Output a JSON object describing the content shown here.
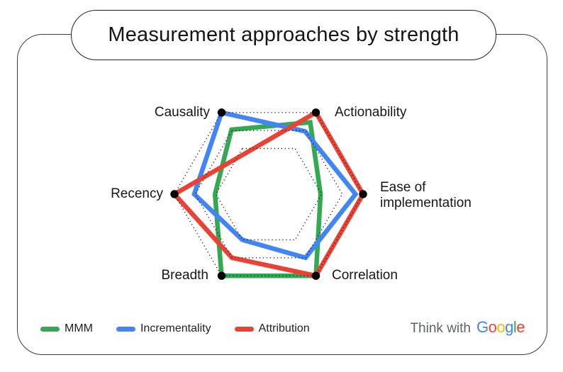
{
  "title": "Measurement approaches by strength",
  "chart_data": {
    "type": "radar",
    "title": "Measurement approaches by strength",
    "scale_min": 0,
    "scale_max": 1,
    "grid_style": "dotted-hexagons",
    "grid_rings": [
      0.56,
      0.78,
      1.0
    ],
    "vertex_dot_color": "#000000",
    "grid_color": "#1c1c1c",
    "legend_position": "bottom-left",
    "axes": [
      {
        "id": "causality",
        "label": "Causality",
        "angle_deg": 120
      },
      {
        "id": "actionability",
        "label": "Actionability",
        "angle_deg": 60
      },
      {
        "id": "ease",
        "label": "Ease of implementation",
        "angle_deg": 0
      },
      {
        "id": "correlation",
        "label": "Correlation",
        "angle_deg": 300
      },
      {
        "id": "breadth",
        "label": "Breadth",
        "angle_deg": 240
      },
      {
        "id": "recency",
        "label": "Recency",
        "angle_deg": 180
      }
    ],
    "series": [
      {
        "name": "MMM",
        "color": "#34A853",
        "values": [
          0.79,
          0.88,
          0.55,
          1.0,
          1.0,
          0.57
        ]
      },
      {
        "name": "Incrementality",
        "color": "#4285F4",
        "values": [
          1.0,
          0.77,
          0.92,
          0.78,
          0.56,
          0.79
        ]
      },
      {
        "name": "Attribution",
        "color": "#EA4335",
        "values": [
          0.5,
          1.0,
          1.0,
          1.0,
          0.78,
          1.0
        ]
      }
    ]
  },
  "legend": [
    {
      "label": "MMM",
      "color": "#34A853"
    },
    {
      "label": "Incrementality",
      "color": "#4285F4"
    },
    {
      "label": "Attribution",
      "color": "#EA4335"
    }
  ],
  "branding": {
    "prefix": "Think with",
    "google_letters": [
      {
        "ch": "G",
        "color": "#4285F4"
      },
      {
        "ch": "o",
        "color": "#EA4335"
      },
      {
        "ch": "o",
        "color": "#FBBC05"
      },
      {
        "ch": "g",
        "color": "#4285F4"
      },
      {
        "ch": "l",
        "color": "#34A853"
      },
      {
        "ch": "e",
        "color": "#EA4335"
      }
    ]
  }
}
